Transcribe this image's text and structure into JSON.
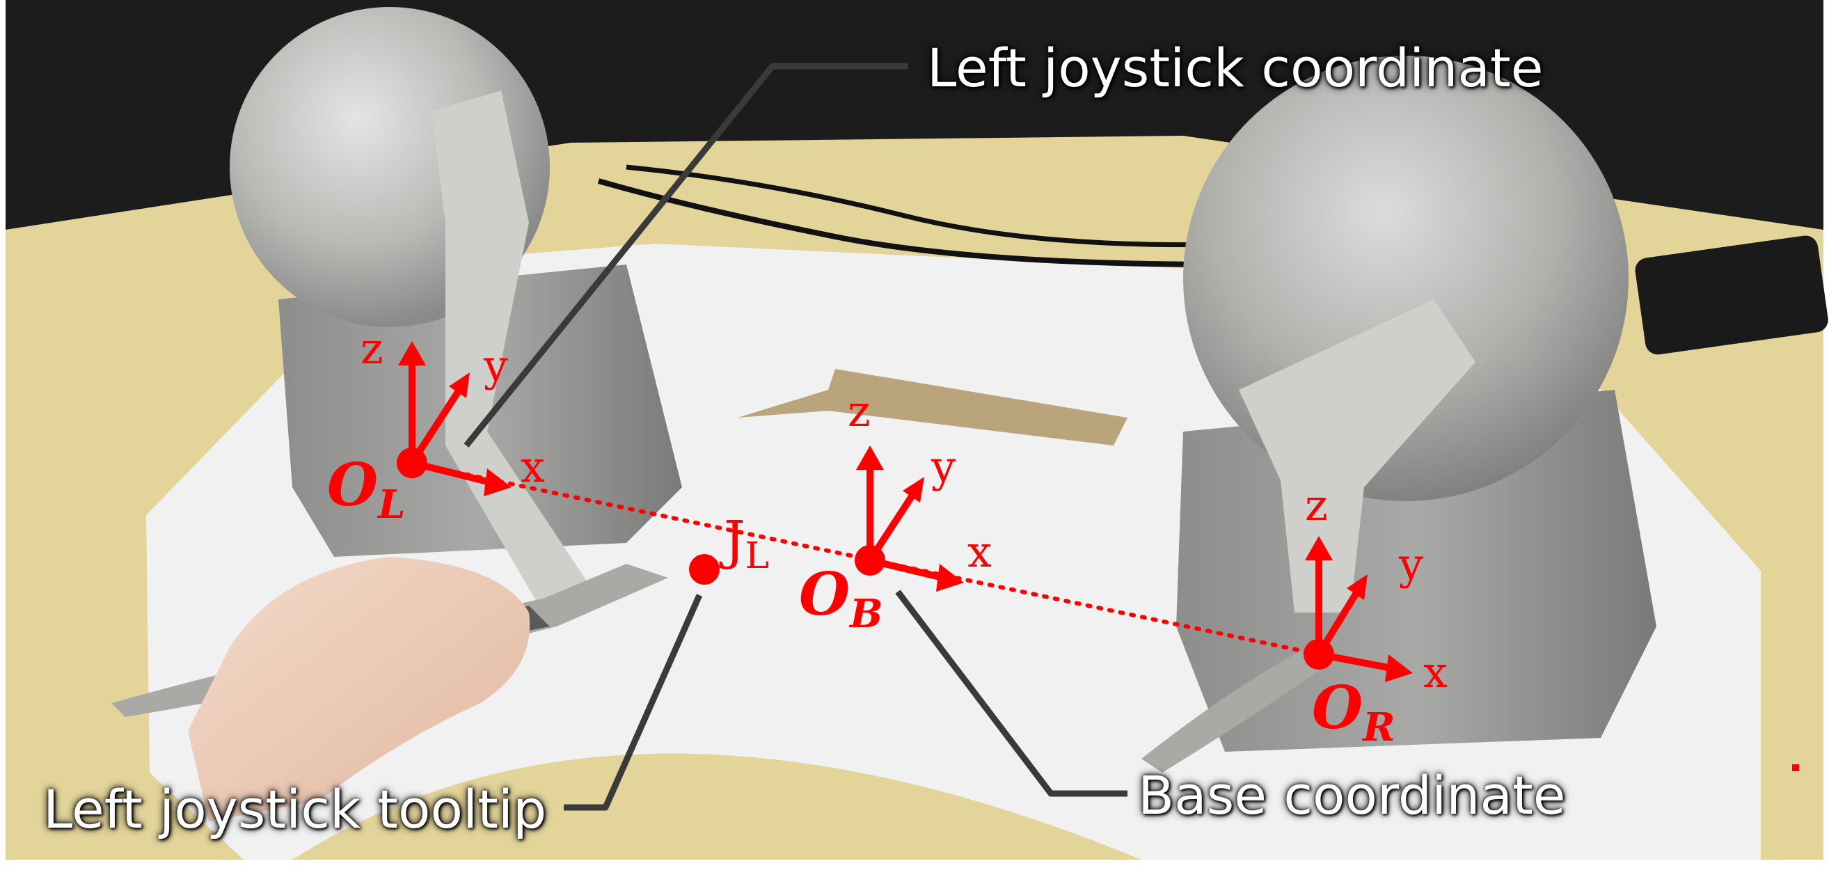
{
  "labels": {
    "left_joystick_coordinate": "Left joystick coordinate",
    "left_joystick_tooltip": "Left joystick tooltip",
    "base_coordinate": "Base coordinate"
  },
  "axes": {
    "x": "x",
    "y": "y",
    "z": "z"
  },
  "origins": {
    "left": {
      "symbol": "O",
      "sub": "L"
    },
    "base": {
      "symbol": "O",
      "sub": "B"
    },
    "right": {
      "symbol": "O",
      "sub": "R"
    }
  },
  "tooltip_point": {
    "symbol": "J",
    "sub": "L"
  },
  "colors": {
    "annotation": "#ff0000",
    "callout_line": "#3a3a3a",
    "wall": "#1c1c1c",
    "table": "#e3d49a",
    "board": "#f1f1f1",
    "device_body": "#b8b8b6"
  }
}
